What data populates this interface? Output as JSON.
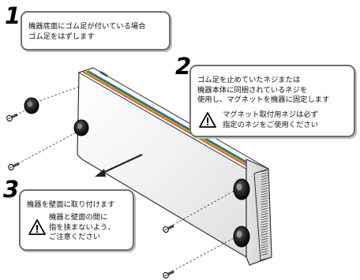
{
  "steps": [
    {
      "number": "1",
      "lines": [
        "機器底面にゴム足が付いている場合",
        "ゴム足をはずします"
      ]
    },
    {
      "number": "2",
      "lines": [
        "ゴム足を止めていたネジまたは",
        "機器本体に同梱されているネジを",
        "使用し、マグネットを機器に固定します"
      ],
      "warning": [
        "マグネット取付用ネジは必ず",
        "指定のネジをご使用ください"
      ]
    },
    {
      "number": "3",
      "lines": [
        "機器を壁面に取り付けます"
      ],
      "warning": [
        "機器と壁面の間に",
        "指を挟まないよう、",
        "ご注意ください"
      ]
    }
  ],
  "device_stripe_colors": [
    "#d83a2e",
    "#e9b21e",
    "#3f9a3a",
    "#2c62b5"
  ],
  "icons": [
    "warning-icon",
    "screw-icon",
    "rubber-foot-icon",
    "magnet-icon",
    "direction-arrow-icon"
  ]
}
